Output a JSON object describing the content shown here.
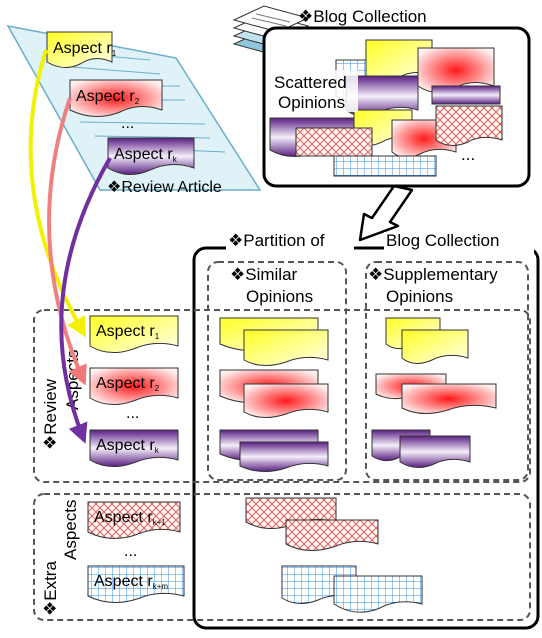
{
  "blog_collection": {
    "title": "❖Blog Collection",
    "scattered_line1": "Scattered",
    "scattered_line2": "Opinions",
    "ellipsis": "..."
  },
  "review_article": {
    "label": "❖Review Article",
    "aspect_1": "Aspect r",
    "aspect_1_sub": "1",
    "aspect_2": "Aspect r",
    "aspect_2_sub": "2",
    "ellipsis": "...",
    "aspect_k": "Aspect r",
    "aspect_k_sub": "k"
  },
  "partition": {
    "title_left": "❖Partition of",
    "title_right": "Blog Collection",
    "similar_line1": "❖Similar",
    "similar_line2": "Opinions",
    "supplementary_line1": "❖Supplementary",
    "supplementary_line2": "Opinions"
  },
  "review_aspects": {
    "label_line1": "❖Review",
    "label_line2": "Aspects",
    "aspect_1": "Aspect r",
    "aspect_1_sub": "1",
    "aspect_2": "Aspect r",
    "aspect_2_sub": "2",
    "ellipsis": "...",
    "aspect_k": "Aspect r",
    "aspect_k_sub": "k"
  },
  "extra_aspects": {
    "label_line1": "❖Extra",
    "label_line2": "Aspects",
    "aspect_k1": "Aspect r",
    "aspect_k1_sub": "k+1",
    "ellipsis": "...",
    "aspect_km": "Aspect r",
    "aspect_km_sub": "k+m"
  },
  "colors": {
    "yellow": "#ffff33",
    "red": "#ff2a2a",
    "purple": "#6a2c91",
    "blue_grid": "#3399ff",
    "red_cross": "#e05050",
    "arrow_yellow": "#ffff00",
    "arrow_red": "#f08080",
    "arrow_purple": "#7030a0",
    "article_bg": "#dff2f8"
  }
}
